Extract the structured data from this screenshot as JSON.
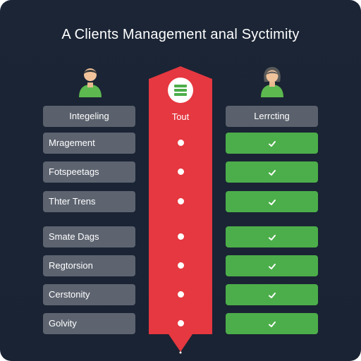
{
  "title": "A Clients Management anal Syctimity",
  "icons": {
    "left_person": "person-icon",
    "right_person": "person-female-icon",
    "center": "stack-icon",
    "check": "check-icon"
  },
  "columns": {
    "left_header": "Integeling",
    "center_header": "Tout",
    "right_header": "Lerrcting"
  },
  "rows": [
    {
      "label": "Mragement",
      "check": true
    },
    {
      "label": "Fotspeetags",
      "check": true
    },
    {
      "label": "Thter Trens",
      "check": true
    },
    {
      "label": "Smate Dags",
      "check": true
    },
    {
      "label": "Regtorsion",
      "check": true
    },
    {
      "label": "Cerstonity",
      "check": true
    },
    {
      "label": "Golvity",
      "check": true
    }
  ],
  "colors": {
    "background": "#1b2535",
    "red": "#e53840",
    "green": "#4cae4a",
    "gray": "#5d6470"
  }
}
